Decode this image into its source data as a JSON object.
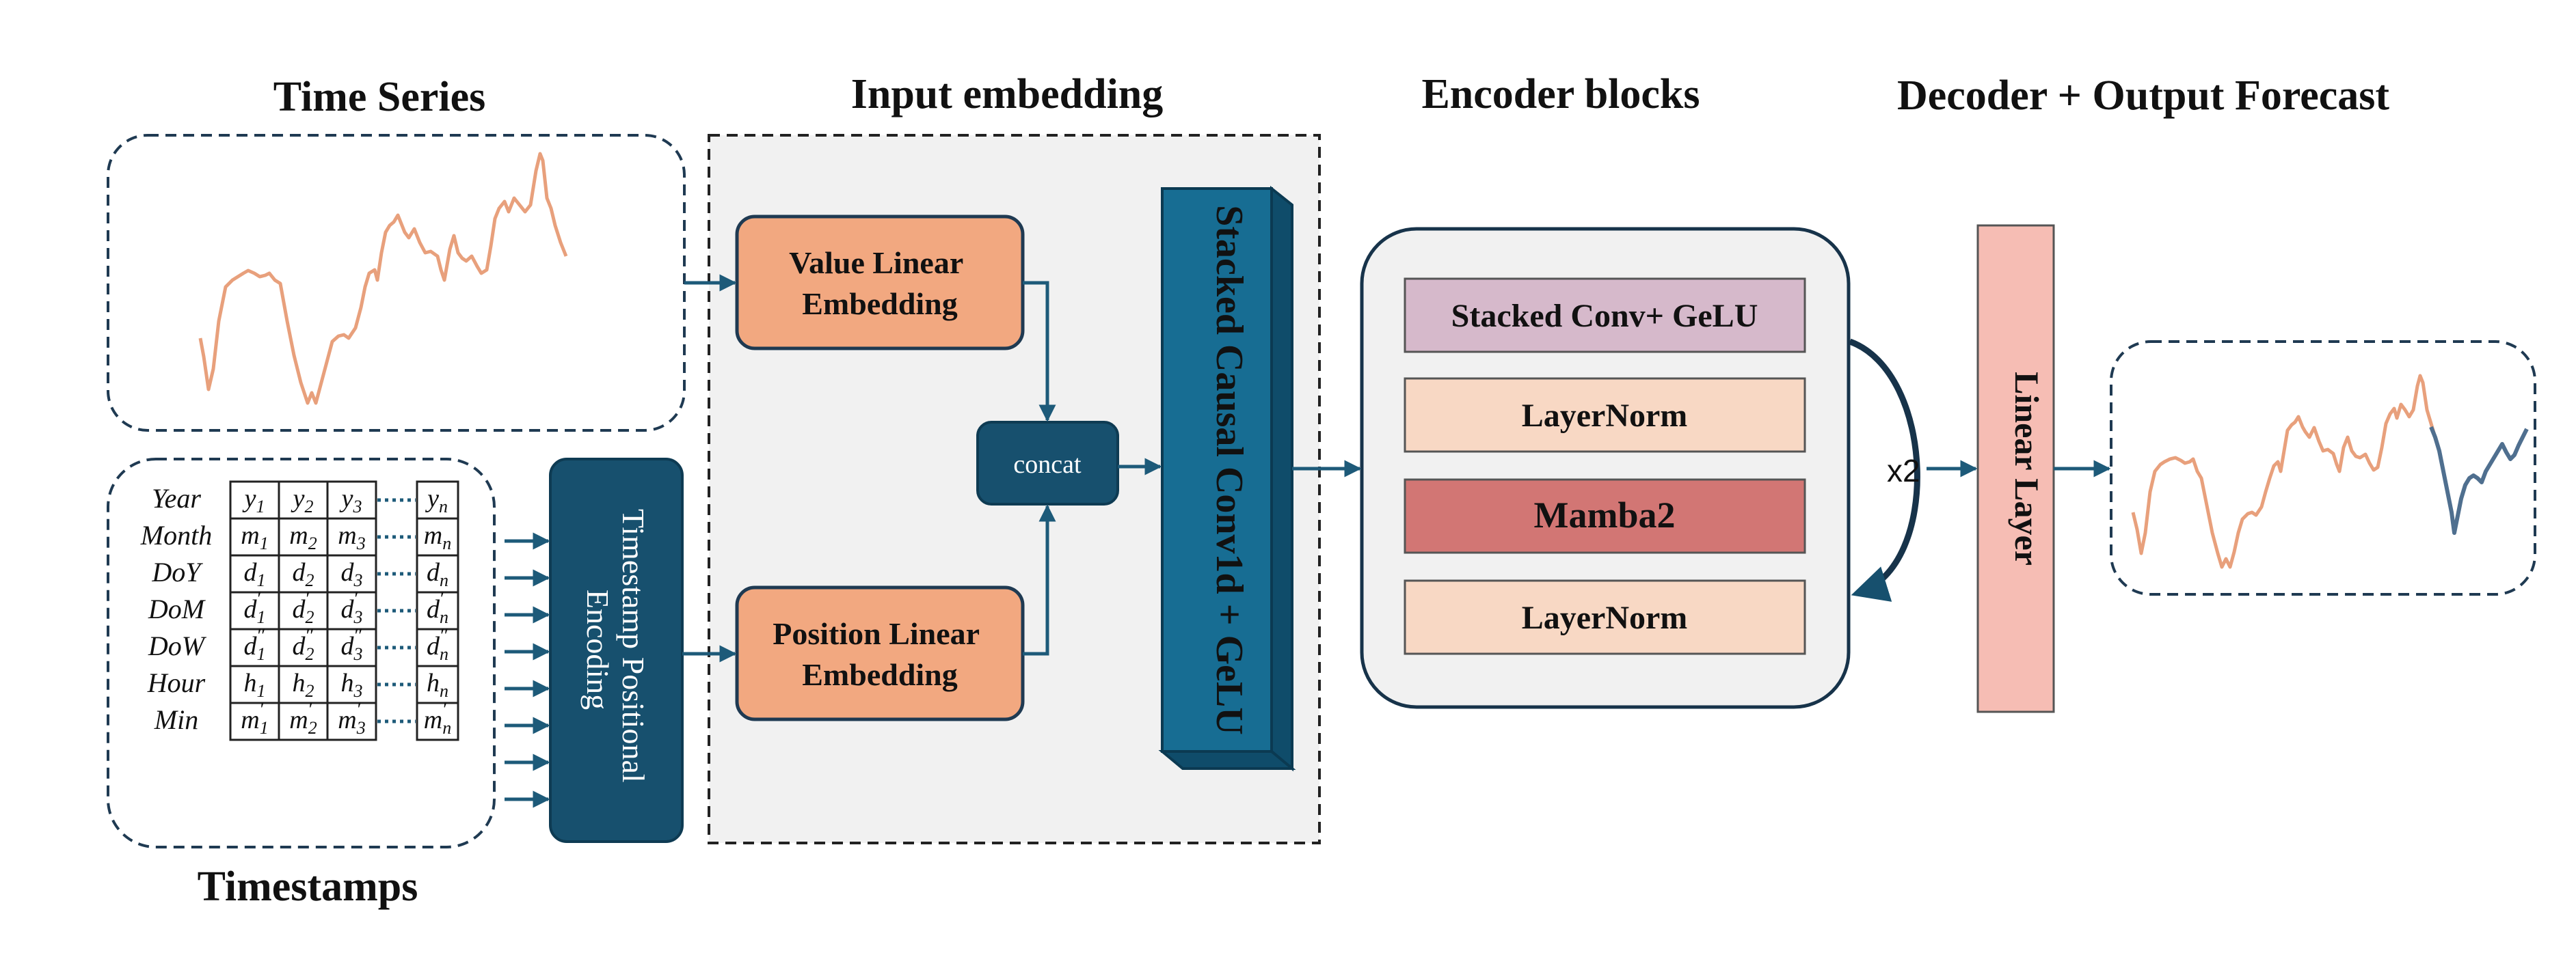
{
  "titles": {
    "time_series": "Time Series",
    "input_embedding": "Input embedding",
    "encoder_blocks": "Encoder blocks",
    "decoder_output": "Decoder + Output Forecast",
    "timestamps": "Timestamps"
  },
  "blocks": {
    "value_linear_embedding": [
      "Value Linear",
      "Embedding"
    ],
    "position_linear_embedding": [
      "Position Linear",
      "Embedding"
    ],
    "concat": "concat",
    "timestamp_positional_encoding": [
      "Timestamp Positional",
      "Encoding"
    ],
    "stacked_causal_conv": "Stacked Causal Conv1d + GeLU",
    "linear_layer": "Linear Layer"
  },
  "encoder": {
    "layers": [
      "Stacked Conv+ GeLU",
      "LayerNorm",
      "Mamba2",
      "LayerNorm"
    ],
    "repeat": "x2"
  },
  "timestamps_table": {
    "rows": [
      {
        "label": "Year",
        "base": "y",
        "prime": "",
        "last": "y",
        "last_prime": ""
      },
      {
        "label": "Month",
        "base": "m",
        "prime": "",
        "last": "m",
        "last_prime": ""
      },
      {
        "label": "DoY",
        "base": "d",
        "prime": "",
        "last": "d",
        "last_prime": ""
      },
      {
        "label": "DoM",
        "base": "d",
        "prime": "′",
        "last": "d",
        "last_prime": "′"
      },
      {
        "label": "DoW",
        "base": "d",
        "prime": "″",
        "last": "d",
        "last_prime": "″"
      },
      {
        "label": "Hour",
        "base": "h",
        "prime": "",
        "last": "h",
        "last_prime": ""
      },
      {
        "label": "Min",
        "base": "m",
        "prime": "′",
        "last": "m",
        "last_prime": "′"
      }
    ],
    "subscripts": [
      "1",
      "2",
      "3"
    ],
    "last_subscript": "n"
  },
  "colors": {
    "dark_blue": "#17506e",
    "conv_blue": "#176d93",
    "orange_box": "#f2a880",
    "arrow": "#1d5a79",
    "series_orange": "#e8a07c",
    "forecast_blue": "#4f6f8f",
    "panel_bg": "#f1f1f1",
    "conv_gelu": "#d6b9cb",
    "layernorm": "#f8d8c4",
    "mamba2": "#d27674",
    "linear_layer": "#f6bdb4"
  }
}
